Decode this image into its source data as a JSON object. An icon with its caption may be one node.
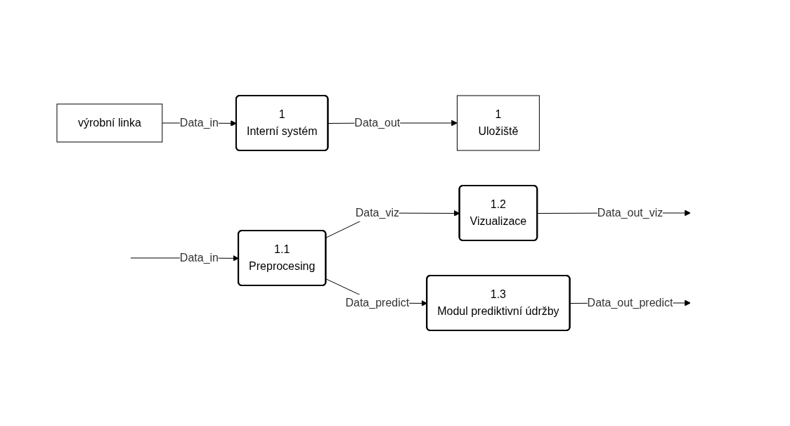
{
  "diagram": {
    "nodes": [
      {
        "text": [
          "výrobní linka"
        ]
      },
      {
        "text": [
          "1",
          "Interní systém"
        ]
      },
      {
        "text": [
          "1",
          "Uložiště"
        ]
      },
      {
        "text": [
          "1.1",
          "Preprocesing"
        ]
      },
      {
        "text": [
          "1.2",
          "Vizualizace"
        ]
      },
      {
        "text": [
          "1.3",
          "Modul prediktivní údržby"
        ]
      }
    ],
    "edges": [
      {
        "from": 0,
        "to": 1,
        "arrow": "to",
        "label": "Data_in"
      },
      {
        "from": 1,
        "to": 2,
        "arrow": "to",
        "label": "Data_out"
      },
      {
        "from": null,
        "to": 3,
        "arrow": "to",
        "label": "Data_in"
      },
      {
        "from": 3,
        "to": 4,
        "arrow": "to",
        "label": "Data_viz"
      },
      {
        "from": 3,
        "to": 5,
        "arrow": "to",
        "label": "Data_predict"
      },
      {
        "from": 4,
        "to": null,
        "arrow": "to",
        "label": "Data_out_viz"
      },
      {
        "from": 5,
        "to": null,
        "arrow": "to",
        "label": "Data_out_predict"
      }
    ]
  }
}
